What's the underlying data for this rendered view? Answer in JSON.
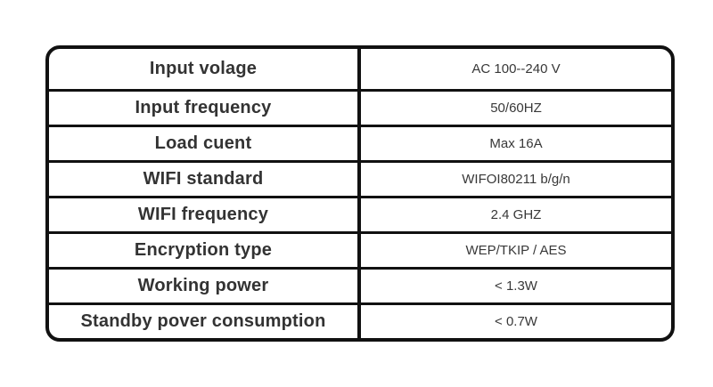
{
  "colors": {
    "background": "#ffffff",
    "border": "#111111",
    "label_text": "#333333",
    "value_text": "#383838"
  },
  "spec_table": {
    "rows": [
      {
        "label": "Input volage",
        "value": "AC 100--240 V"
      },
      {
        "label": "Input frequency",
        "value": "50/60HZ"
      },
      {
        "label": "Load cuent",
        "value": "Max 16A"
      },
      {
        "label": "WIFI standard",
        "value": "WIFOI80211 b/g/n"
      },
      {
        "label": "WIFI frequency",
        "value": "2.4 GHZ"
      },
      {
        "label": "Encryption type",
        "value": "WEP/TKIP / AES"
      },
      {
        "label": "Working power",
        "value": "< 1.3W"
      },
      {
        "label": "Standby pover consumption",
        "value": "< 0.7W"
      }
    ]
  }
}
